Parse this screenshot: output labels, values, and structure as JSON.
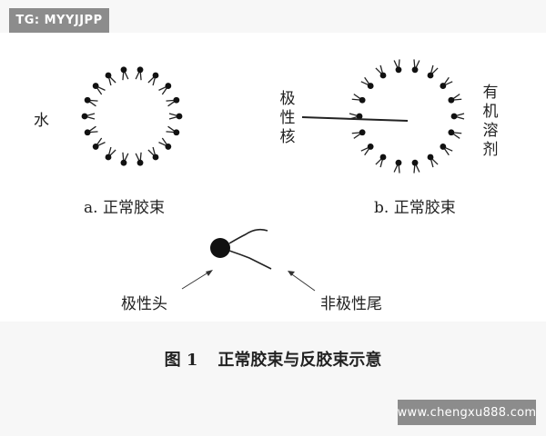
{
  "watermark_top": "TG: MYYJJPP",
  "watermark_bottom": "www.chengxu888.com",
  "label_water": "水",
  "label_a": "a. 正常胶束",
  "label_b": "b. 正常胶束",
  "polar_core": [
    "极",
    "性",
    "核"
  ],
  "organic_solvent": [
    "有",
    "机",
    "溶",
    "剂"
  ],
  "polar_head": "极性头",
  "nonpolar_tail": "非极性尾",
  "caption_number": "图 1",
  "caption_text": "正常胶束与反胶束示意"
}
